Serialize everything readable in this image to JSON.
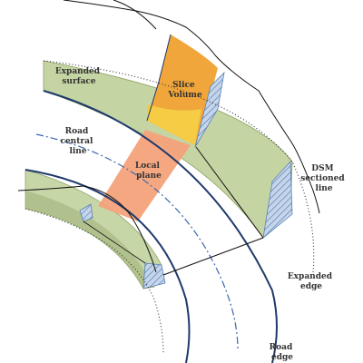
{
  "labels": {
    "expanded_surface": [
      "Expanded",
      "surface"
    ],
    "slice_volume": [
      "Slice",
      "Volume"
    ],
    "road_central_line": [
      "Road",
      "central",
      "line"
    ],
    "local_plane": [
      "Local",
      "plane"
    ],
    "dsm_sectioned_line": [
      "DSM",
      "sectioned",
      "line"
    ],
    "expanded_edge": [
      "Expanded",
      "edge"
    ],
    "road_edge": [
      "Road",
      "edge"
    ]
  },
  "colors": {
    "expanded_surface_fill": "#c5d4a3",
    "expanded_surface_stroke": "#8aa060",
    "slice_volume_fill": "#f0a63a",
    "slice_volume_inner": "#f5cc44",
    "local_plane_fill": "#f4a27a",
    "road_edge_stroke": "#1f3a6b",
    "section_hatch_fill": "#c6d6ea",
    "section_hatch_stroke": "#5a7fb5",
    "dsm_line": "#111111",
    "central_line": "#3b66b0"
  }
}
